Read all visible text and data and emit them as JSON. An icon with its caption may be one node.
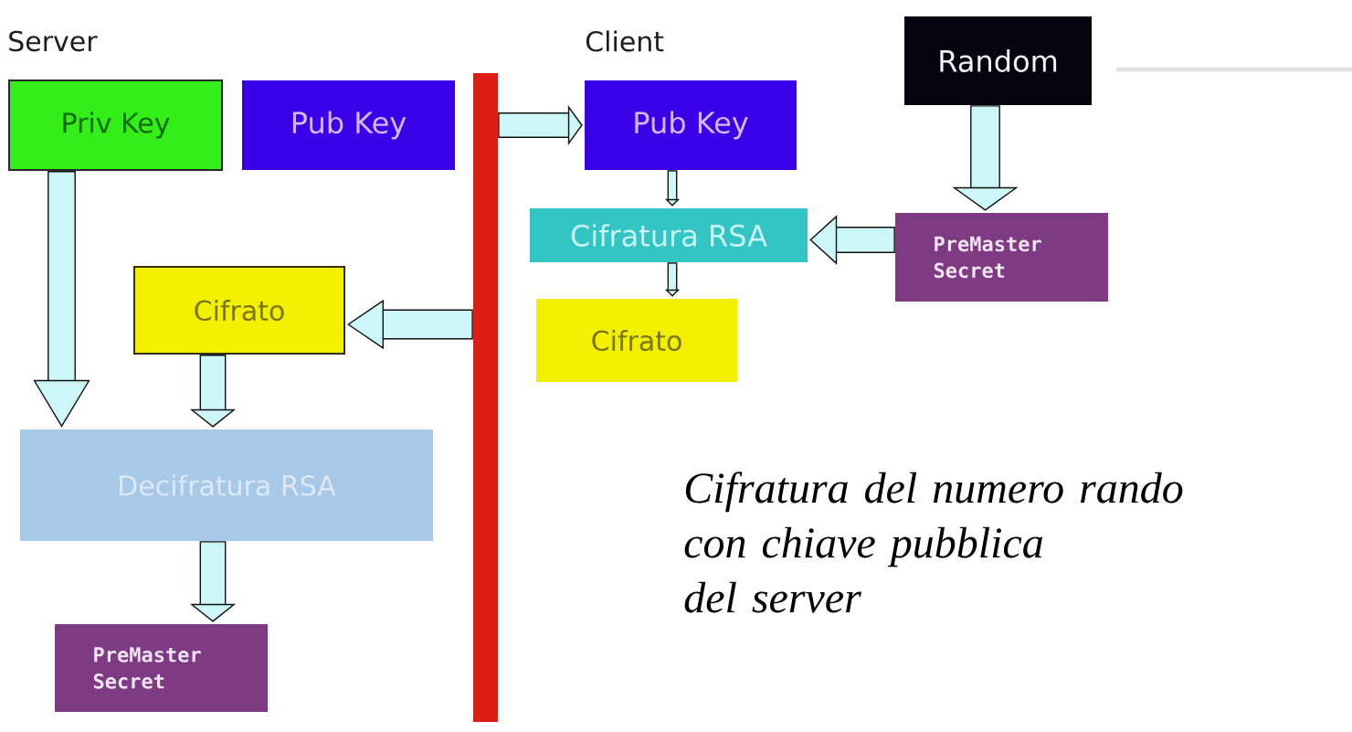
{
  "diagram": {
    "nodes": [
      {
        "text": [
          "Priv Key"
        ]
      },
      {
        "text": [
          "Pub Key"
        ]
      },
      {
        "text": [
          "Pub Key"
        ]
      },
      {
        "text": [
          "Random"
        ]
      },
      {
        "text": [
          "Cifratura RSA"
        ]
      },
      {
        "text": [
          "PreMaster Secret"
        ]
      },
      {
        "text": [
          "Cifrato"
        ]
      },
      {
        "text": [
          "Cifrato"
        ]
      },
      {
        "text": [
          "Decifratura RSA"
        ]
      },
      {
        "text": [
          "PreMaster Secret"
        ]
      },
      {
        "text": [],
        "shape": "bar"
      }
    ],
    "edges": [
      {
        "from": 0,
        "to": 8,
        "arrow": "to"
      },
      {
        "from": 10,
        "to": 2,
        "arrow": "to"
      },
      {
        "from": 2,
        "to": 4,
        "arrow": "to"
      },
      {
        "from": 3,
        "to": 5,
        "arrow": "to"
      },
      {
        "from": 5,
        "to": 4,
        "arrow": "to"
      },
      {
        "from": 4,
        "to": 6,
        "arrow": "to"
      },
      {
        "from": 10,
        "to": 7,
        "arrow": "to"
      },
      {
        "from": 7,
        "to": 8,
        "arrow": "to"
      },
      {
        "from": 8,
        "to": 9,
        "arrow": "to"
      }
    ],
    "labels": [
      "Server",
      "Client",
      "Cifratura del numero rando con chiave pubblica del server"
    ]
  }
}
